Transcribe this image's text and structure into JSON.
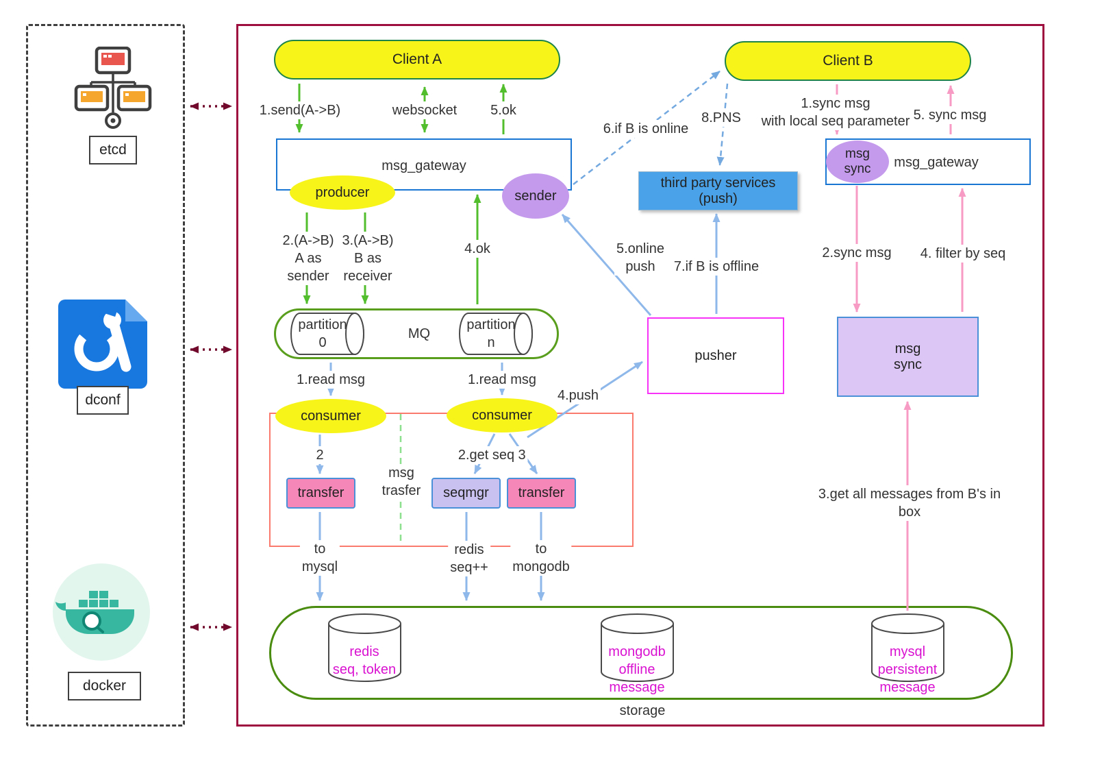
{
  "left_panel": {
    "etcd_label": "etcd",
    "dconf_label": "dconf",
    "docker_label": "docker"
  },
  "diagram": {
    "client_a": "Client A",
    "client_b": "Client B",
    "msg_gateway_left": "msg_gateway",
    "producer": "producer",
    "sender": "sender",
    "third_party_services": "third party services\n(push)",
    "msg_gateway_right": "msg_gateway",
    "msg_sync_badge": "msg\nsync",
    "mq": "MQ",
    "partition_0": "partition\n0",
    "partition_n": "partition\nn",
    "consumer_left": "consumer",
    "consumer_right": "consumer",
    "transfer_left": "transfer",
    "seqmgr": "seqmgr",
    "transfer_right": "transfer",
    "msg_transfer_note": "msg\ntrasfer",
    "pusher": "pusher",
    "msg_sync_box": "msg\nsync",
    "storage": "storage",
    "redis_db": "redis\nseq, token",
    "mongodb_db": "mongodb\noffline\nmessage",
    "mysql_db": "mysql\npersistent\nmessage"
  },
  "edge_labels": {
    "send": "1.send(A->B)",
    "websocket": "websocket",
    "ok_5": "5.ok",
    "a_as_sender": "2.(A->B)\nA as\nsender",
    "b_as_receiver": "3.(A->B)\nB as\nreceiver",
    "ok_4": "4.ok",
    "read_msg_left": "1.read msg",
    "read_msg_right": "1.read msg",
    "step_2": "2",
    "get_seq": "2.get seq",
    "step_3": "3",
    "to_mysql": "to\nmysql",
    "redis_seq": "redis\nseq++",
    "to_mongodb": "to\nmongodb",
    "push_4": "4.push",
    "online_push": "5.online\npush",
    "if_b_offline": "7.if B is offline",
    "if_b_online": "6.if B is online",
    "pns": "8.PNS",
    "sync_msg_with_seq": "1.sync msg\nwith local seq parameter",
    "sync_msg_5": "5. sync msg",
    "sync_msg_2": "2.sync msg",
    "filter_by_seq": "4. filter by seq",
    "get_all_messages": "3.get all messages from B's in box"
  },
  "colors": {
    "accent_yellow": "#f7f419",
    "green_arrow": "#52be2e",
    "blue_arrow": "#8fb8ea",
    "dashed_blue_arrow": "#74a9e0",
    "pink_arrow": "#f79ac4",
    "maroon_border": "#9e0e3e",
    "magenta_text": "#d911d0",
    "purple_node": "#c49aec",
    "blue_service_box": "#4aa3e8",
    "green_container": "#4a8c0f"
  }
}
